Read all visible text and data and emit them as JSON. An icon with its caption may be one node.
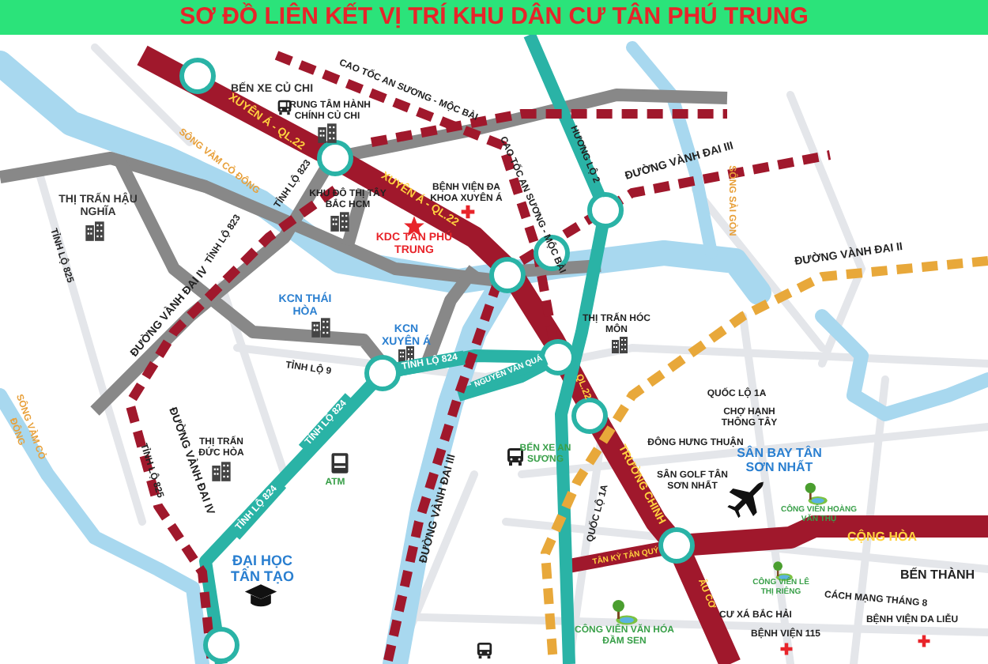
{
  "diagram": {
    "title": "SƠ ĐỒ LIÊN KẾT VỊ TRÍ KHU DÂN CƯ TÂN PHÚ TRUNG",
    "labels": [
      "BẾN XE CỦ CHI",
      "CAO TỐC AN SƯƠNG - MỘC BÀI",
      "TRUNG TÂM HÀNH CHÍNH CỦ CHI",
      "XUYÊN Á - QL.22",
      "SÔNG VÀM CỎ ĐÔNG",
      "TỈNH LỘ 823",
      "KHU ĐÔ THỊ TÂY BẮC HCM",
      "BỆNH VIỆN ĐA KHOA XUYÊN Á",
      "XUYÊN Á - QL.22",
      "THỊ TRẤN HẬU NGHĨA",
      "KDC TÂN PHÚ TRUNG",
      "TỈNH LỘ 825",
      "TỈNH LỘ 823",
      "ĐƯỜNG VÀNH ĐAI IV",
      "CAO TỐC AN SƯƠNG - MỘC BÀI",
      "HƯƠNG LỘ 2",
      "ĐƯỜNG VÀNH ĐAI III",
      "SÔNG SÀI GÒN",
      "ĐƯỜNG VÀNH ĐAI II",
      "KCN THÁI HÒA",
      "KCN XUYÊN Á",
      "THỊ TRẤN HÓC MÔN",
      "TỈNH LỘ 9",
      "TỈNH LỘ 824",
      "NGUYỄN VĂN QUÁ",
      "QL.22",
      "QUỐC LỘ 1A",
      "CHỢ HẠNH THÔNG TÂY",
      "SÔNG VÀM CỎ ĐÔNG",
      "THỊ TRẤN ĐỨC HÒA",
      "TỈNH LỘ 825",
      "ĐƯỜNG VÀNH ĐAI IV",
      "TỈNH LỘ 824",
      "ATM",
      "BẾN XE AN SƯƠNG",
      "ĐÔNG HƯNG THUẬN",
      "TRƯỜNG CHINH",
      "SÂN BAY TÂN SƠN NHẤT",
      "SÂN GOLF TÂN SƠN NHẤT",
      "TỈNH LỘ 824",
      "ĐƯỜNG VÀNH ĐAI III",
      "QUỐC LỘ 1A",
      "CÔNG VIÊN HOÀNG VĂN THỤ",
      "ĐẠI HỌC TÂN TẠO",
      "CỘNG HÒA",
      "TÂN KỲ TÂN QUÝ",
      "BẾN THÀNH",
      "CÔNG VIÊN LÊ THỊ RIÊNG",
      "CÁCH MẠNG THÁNG 8",
      "ÂU CƠ",
      "CƯ XÁ BẮC HẢI",
      "CÔNG VIÊN VĂN HÓA ĐẦM SEN",
      "BỆNH VIỆN 115",
      "BỆNH VIỆN DA LIỄU"
    ]
  }
}
